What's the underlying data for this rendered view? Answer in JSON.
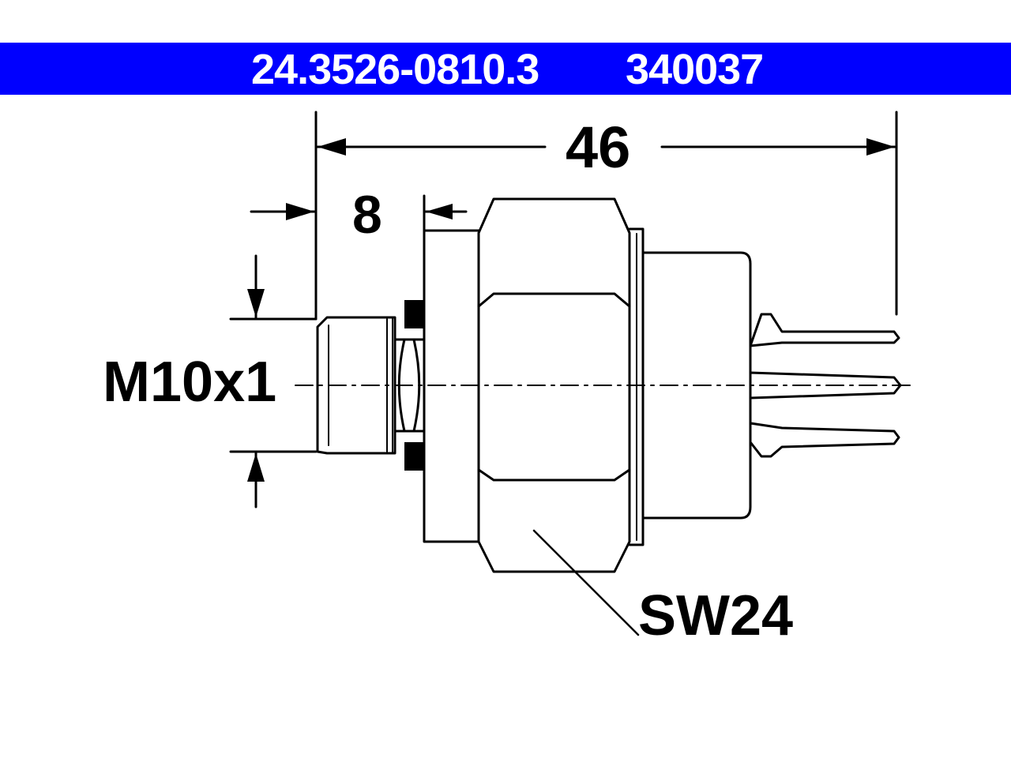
{
  "header": {
    "part_number": "24.3526-0810.3",
    "reference_number": "340037",
    "background_color": "#0000ff",
    "text_color": "#ffffff"
  },
  "dimensions": {
    "overall_length": "46",
    "thread_length": "8",
    "thread_spec": "M10x1",
    "wrench_size": "SW24"
  },
  "line_color": "#000000"
}
